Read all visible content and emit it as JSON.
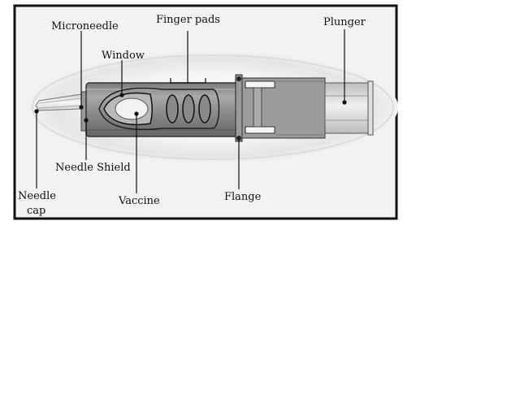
{
  "labels": {
    "microneedle": "Microneedle",
    "finger_pads": "Finger pads",
    "plunger": "Plunger",
    "window": "Window",
    "needle_shield": "Needle Shield",
    "needle": "Needle",
    "cap": "cap",
    "vaccine": "Vaccine",
    "flange": "Flange"
  },
  "colors": {
    "frame": "#111111",
    "background": "#f2f2f2",
    "body": "#8f8f8f",
    "body_dark": "#6e6e6e",
    "plunger": "#d8d8d8",
    "cap": "#e6e6e6"
  }
}
